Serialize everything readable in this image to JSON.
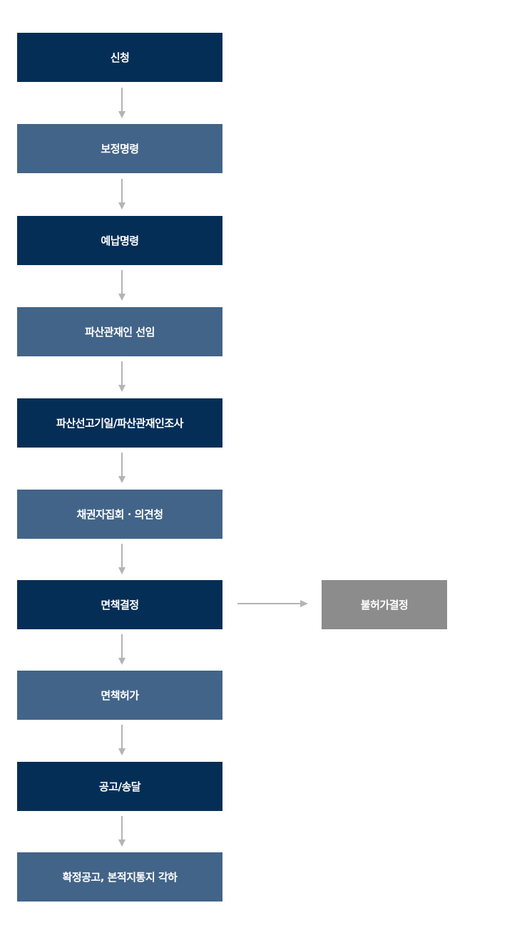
{
  "flow": {
    "steps": [
      {
        "label": "신청"
      },
      {
        "label": "보정명령"
      },
      {
        "label": "예납명령"
      },
      {
        "label": "파산관재인 선임"
      },
      {
        "label": "파산선고기일/파산관재인조사"
      },
      {
        "label": "채권자집회 · 의견청"
      },
      {
        "label": "면책결정"
      },
      {
        "label": "면책허가"
      },
      {
        "label": "공고/송달"
      },
      {
        "label": "확정공고, 본적지통지 각하"
      }
    ],
    "branch": {
      "label": "불허가결정"
    }
  },
  "colors": {
    "dark_step": "#052e57",
    "light_step": "#426488",
    "branch_step": "#8c8c8c",
    "arrow": "#b4b4b4"
  }
}
